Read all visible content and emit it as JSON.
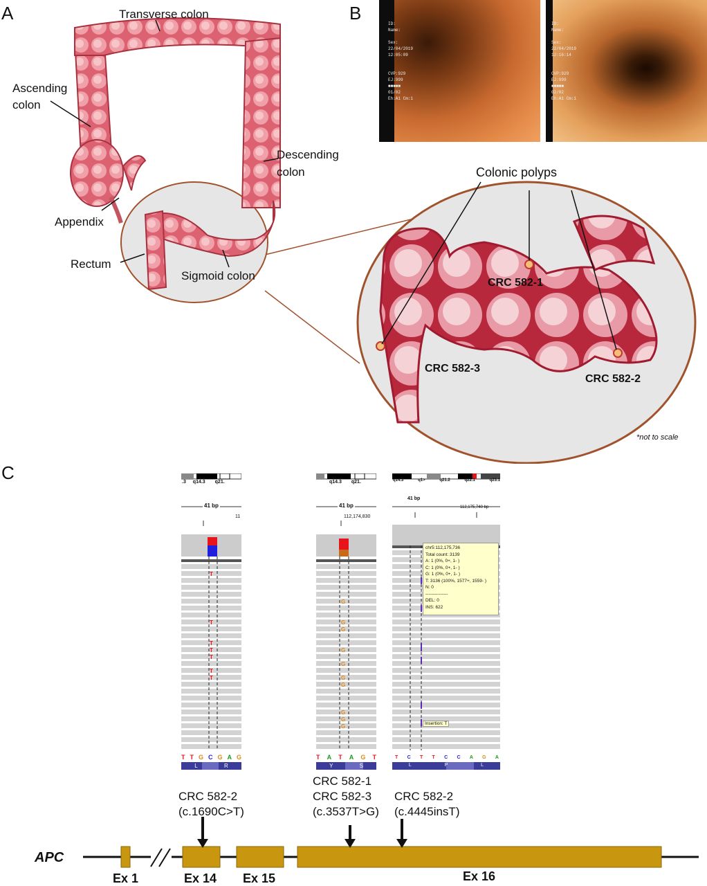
{
  "panels": {
    "a": "A",
    "b": "B",
    "c": "C"
  },
  "panelA": {
    "labels": {
      "transverse": "Transverse colon",
      "ascending": "Ascending\ncolon",
      "descending": "Descending\ncolon",
      "appendix": "Appendix",
      "rectum": "Rectum",
      "sigmoid": "Sigmoid colon"
    },
    "zoom": {
      "title": "Colonic polyps",
      "polyps": [
        "CRC 582-1",
        "CRC 582-2",
        "CRC 582-3"
      ],
      "note": "*not to scale"
    },
    "colors": {
      "colon": "#d9606e",
      "colon_dark": "#a8313f",
      "zoom_border": "#a0522d",
      "zoom_fill": "#e6e6e6"
    }
  },
  "panelB": {
    "images": [
      {
        "osd": "ID:\nName:\n\nSex:\n22/04/2019\n12:05:09\n\n\nCVP:929\nEJ:999\n■■■■■\n01/02\nEh:A1 Cm:1"
      },
      {
        "osd": "ID:\nName:\n\nSex:\n22/04/2019\n12:16:14\n\n\nCVP:929\nEJ:999\n■■■■■\n02/02\nEh:A1 Cm:1"
      }
    ]
  },
  "panelC": {
    "igv": [
      {
        "ideogram_labels": [
          ".3",
          "q14.3",
          "q21."
        ],
        "span": "41 bp",
        "coord": "11",
        "bases": [
          "T",
          "T",
          "G",
          "C",
          "G",
          "A",
          "G"
        ],
        "aa": [
          "L",
          "R"
        ],
        "mismatch": "T",
        "mismatch_color": "#e8141b"
      },
      {
        "ideogram_labels": [
          "",
          "q14.3",
          "q21."
        ],
        "span": "41 bp",
        "coord": "112,174,830",
        "bases": [
          "T",
          "A",
          "T",
          "A",
          "G",
          "T"
        ],
        "aa": [
          "Y",
          "S"
        ],
        "mismatch": "G",
        "mismatch_color": "#d98a1c"
      },
      {
        "ideogram_labels": [
          "q14.3",
          "q1>",
          "q21.2",
          "q22.1",
          "q23.1"
        ],
        "span": "41 bp",
        "coord": "112,175,740 bp",
        "bases": [
          "T",
          "C",
          "T",
          "T",
          "C",
          "C",
          "A",
          "G",
          "A"
        ],
        "aa": [
          "L",
          "P",
          "L"
        ],
        "popup": [
          "chr5:112,175,736",
          "Total count: 3139",
          "A: 1 (0%, 0+, 1- )",
          "C: 1 (0%, 0+, 1- )",
          "G: 1 (0%, 0+, 1- )",
          "T: 3136 (100%, 1577+, 1559- )",
          "N: 0",
          "---------------",
          "DEL: 0",
          "INS: 622"
        ],
        "insertion_tip": "Insertion: T"
      }
    ],
    "mutations": [
      {
        "line1": "CRC 582-2",
        "line2": "(c.1690C>T)"
      },
      {
        "line1": "CRC 582-1",
        "line2": "CRC 582-3",
        "line3": "(c.3537T>G)"
      },
      {
        "line1": "CRC 582-2",
        "line2": "(c.4445insT)"
      }
    ],
    "gene": "APC",
    "exons": [
      "Ex 1",
      "Ex 14",
      "Ex 15",
      "Ex 16"
    ],
    "exon_color": "#c9960f"
  }
}
